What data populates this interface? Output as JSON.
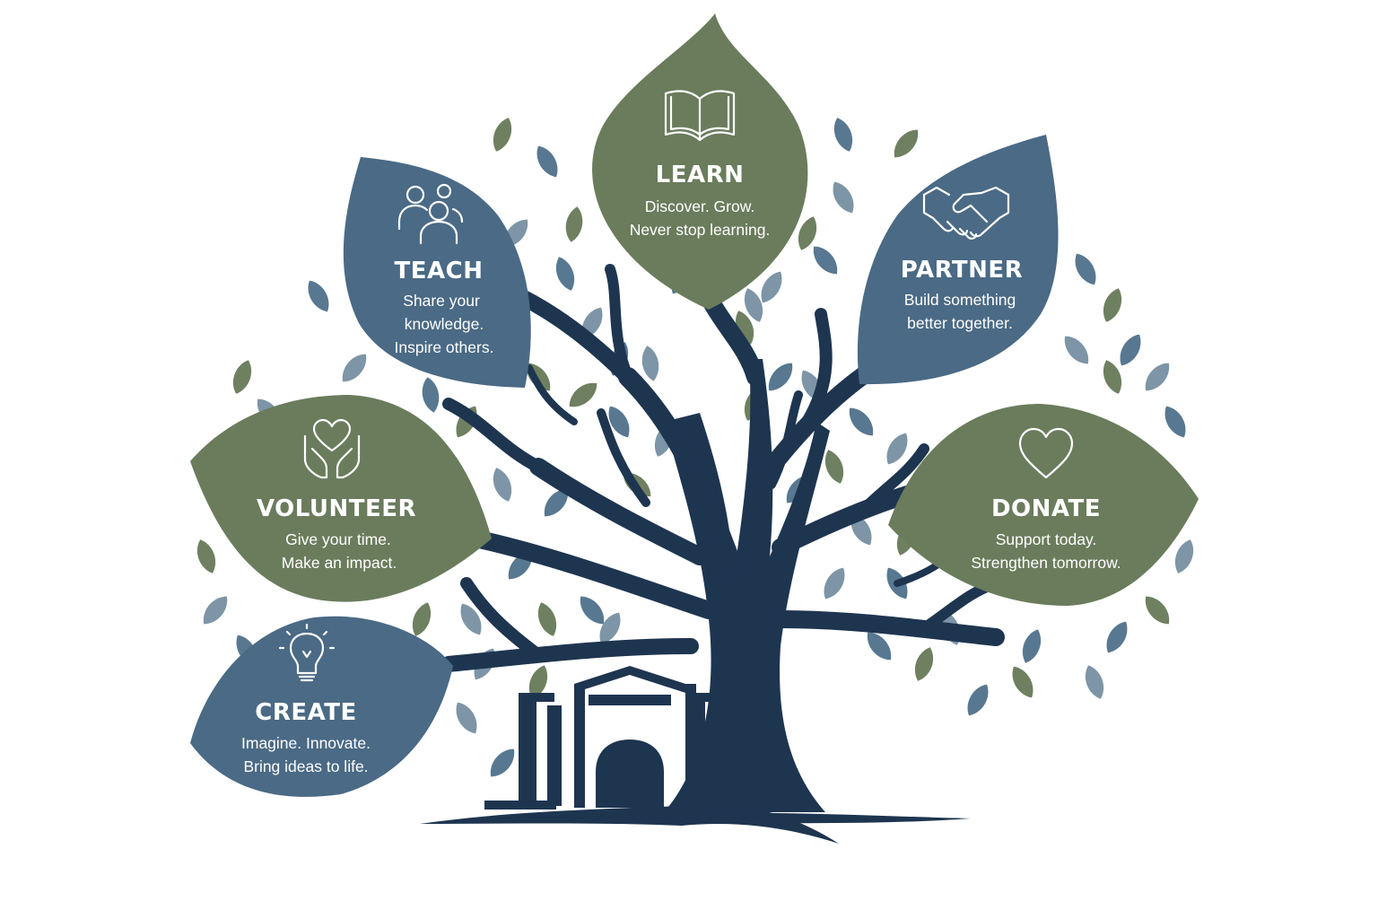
{
  "colors": {
    "green": "#6a7c5c",
    "blue": "#4a6a85",
    "trunk": "#1e3550",
    "small_leaf_green": "#6e8060",
    "small_leaf_blue": "#587891",
    "small_leaf_light": "#7d95a6"
  },
  "leaves": [
    {
      "id": "learn",
      "title": "LEARN",
      "lines": [
        "Discover. Grow.",
        "Never stop learning."
      ],
      "icon": "open-book-icon",
      "color": "green"
    },
    {
      "id": "teach",
      "title": "TEACH",
      "lines": [
        "Share your",
        "knowledge.",
        "Inspire others."
      ],
      "icon": "people-icon",
      "color": "blue"
    },
    {
      "id": "partner",
      "title": "PARTNER",
      "lines": [
        "Build something",
        "better together."
      ],
      "icon": "handshake-icon",
      "color": "blue"
    },
    {
      "id": "volunteer",
      "title": "VOLUNTEER",
      "lines": [
        "Give your time.",
        "Make an impact."
      ],
      "icon": "heart-hands-icon",
      "color": "green"
    },
    {
      "id": "donate",
      "title": "DONATE",
      "lines": [
        "Support today.",
        "Strengthen tomorrow."
      ],
      "icon": "heart-icon",
      "color": "green"
    },
    {
      "id": "create",
      "title": "CREATE",
      "lines": [
        "Imagine. Innovate.",
        "Bring ideas to life."
      ],
      "icon": "lightbulb-icon",
      "color": "blue"
    }
  ]
}
